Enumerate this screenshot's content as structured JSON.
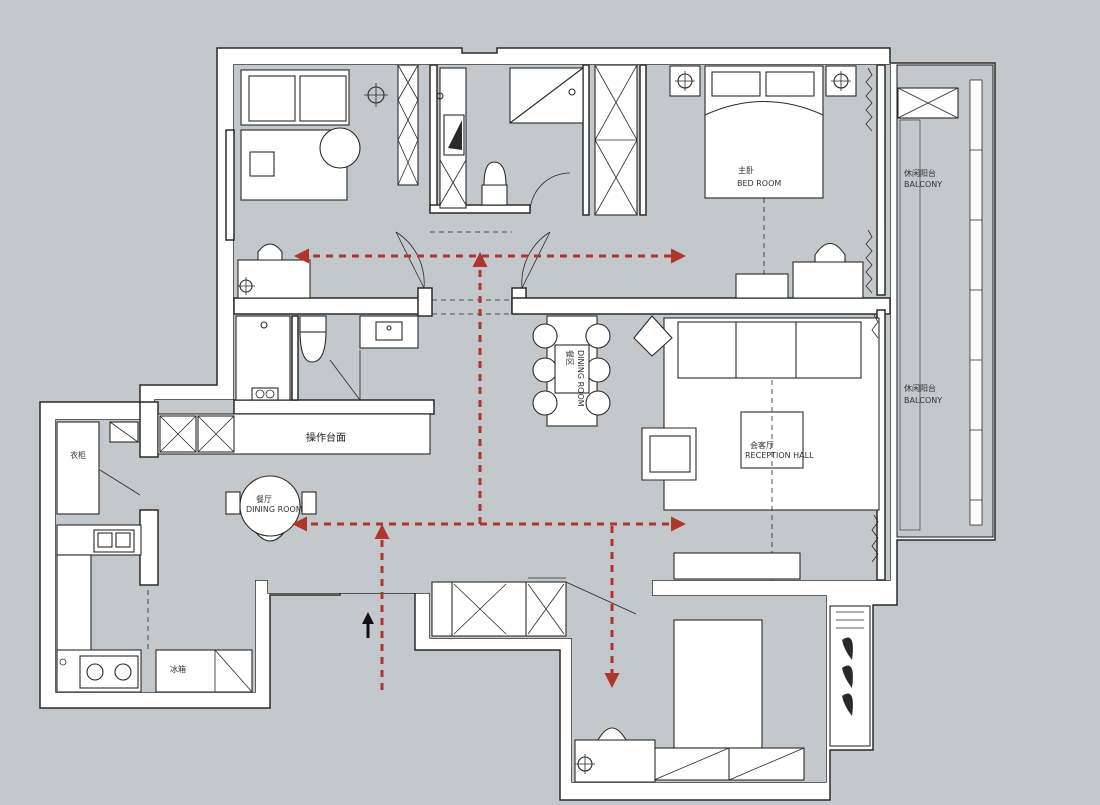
{
  "rooms": {
    "master_bedroom": {
      "cn": "主卧",
      "en": "BED ROOM"
    },
    "balcony_top": {
      "cn": "休闲阳台",
      "en": "BALCONY"
    },
    "balcony_mid": {
      "cn": "休闲阳台",
      "en": "BALCONY"
    },
    "dining_table": {
      "cn": "餐区",
      "en": "DINING ROOM"
    },
    "reception": {
      "cn": "会客厅",
      "en": "RECEPTION HALL"
    },
    "workbench": {
      "cn": "操作台面"
    },
    "round_table": {
      "cn": "餐厅",
      "en": "DINING ROOM"
    },
    "small_label_a": {
      "cn": "衣柜"
    },
    "small_label_b": {
      "cn": "冰箱"
    }
  },
  "colors": {
    "background": "#c3c8cc",
    "wall": "#ffffff",
    "line": "#2a2a2a",
    "route": "#b0352a",
    "entry_arrow": "#111111"
  }
}
